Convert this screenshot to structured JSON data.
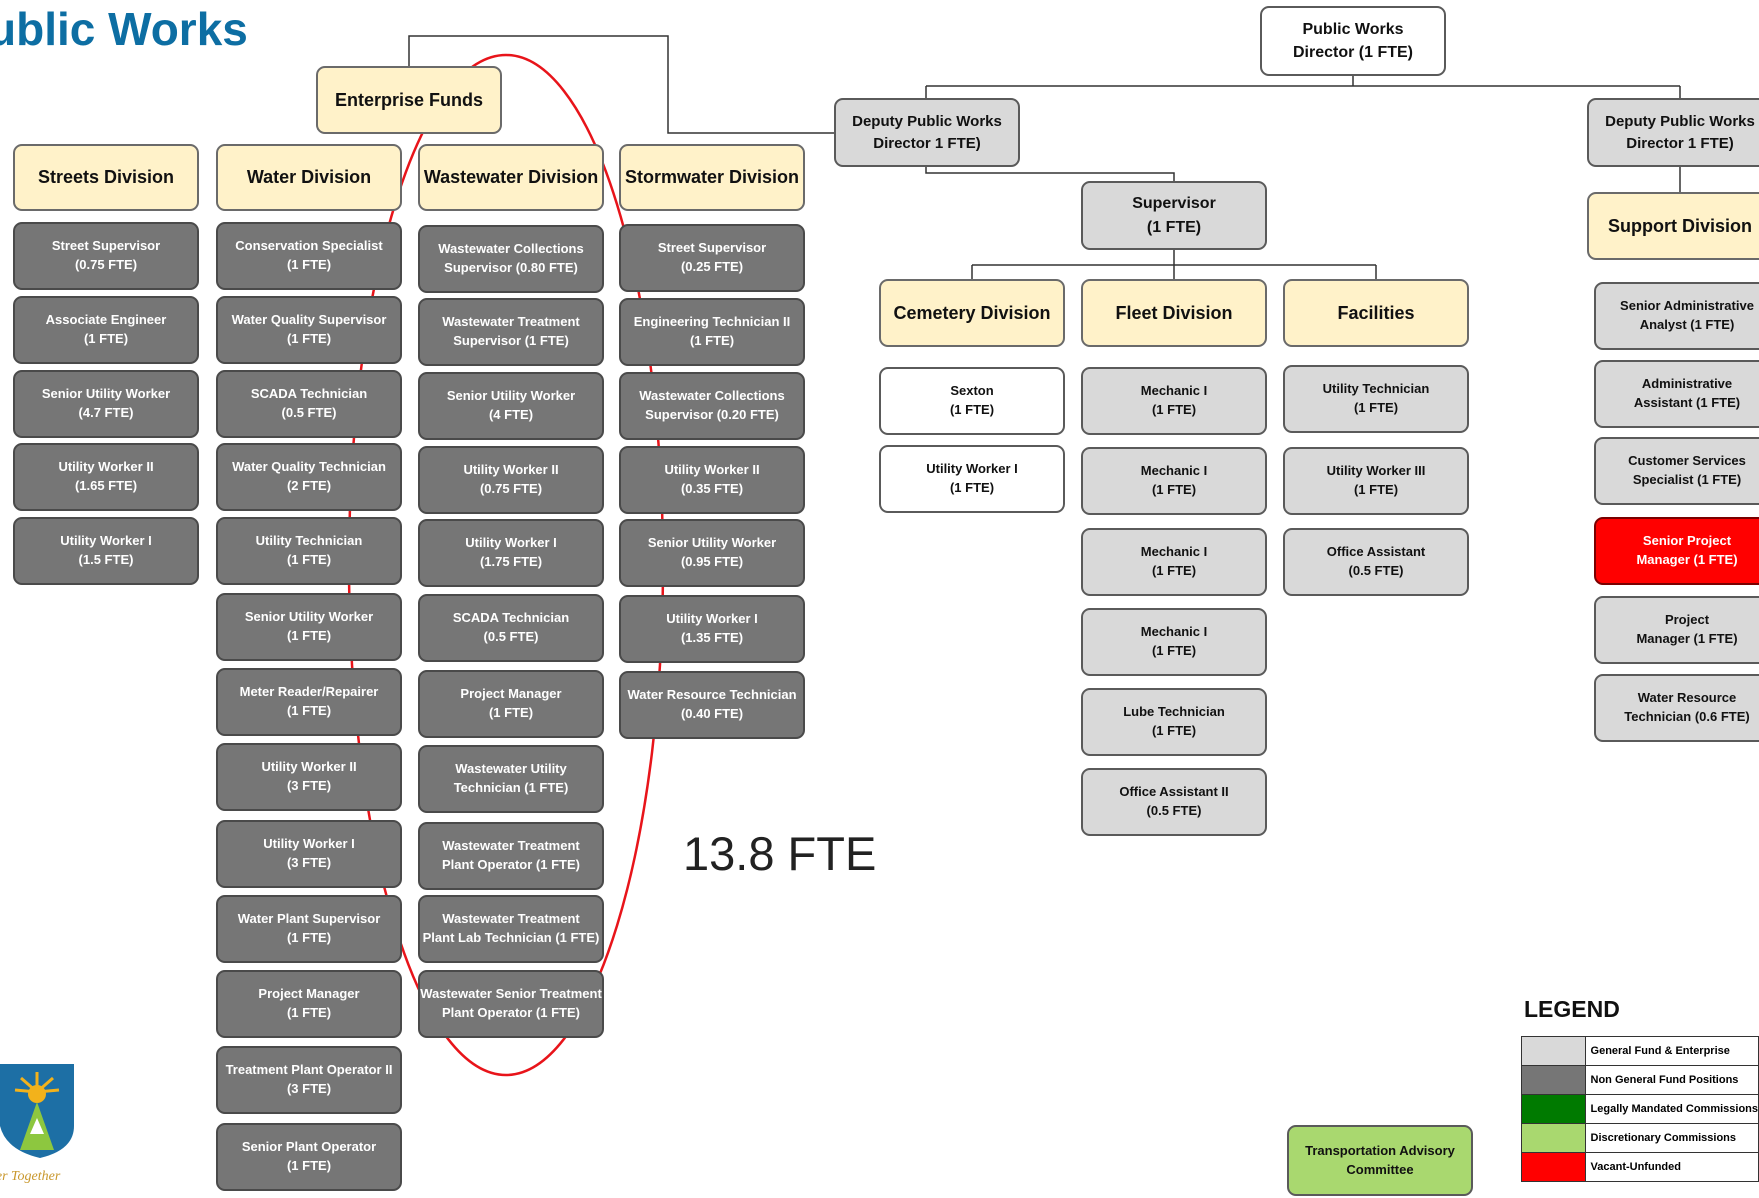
{
  "title": "ublic Works",
  "fte_note": "13.8 FTE",
  "director": [
    "Public Works",
    "Director (1 FTE)"
  ],
  "enterprise_funds": "Enterprise Funds",
  "deputy_left": [
    "Deputy Public Works",
    "Director 1 FTE)"
  ],
  "deputy_right": [
    "Deputy Public Works",
    "Director 1 FTE)"
  ],
  "supervisor": [
    "Supervisor",
    "(1 FTE)"
  ],
  "divisions": {
    "streets": {
      "title": "Streets Division",
      "positions": [
        [
          "Street Supervisor",
          "(0.75 FTE)"
        ],
        [
          "Associate Engineer",
          "(1 FTE)"
        ],
        [
          "Senior Utility Worker",
          "(4.7 FTE)"
        ],
        [
          "Utility Worker II",
          "(1.65 FTE)"
        ],
        [
          "Utility Worker I",
          "(1.5 FTE)"
        ]
      ]
    },
    "water": {
      "title": "Water Division",
      "positions": [
        [
          "Conservation Specialist",
          "(1 FTE)"
        ],
        [
          "Water Quality Supervisor",
          "(1 FTE)"
        ],
        [
          "SCADA Technician",
          "(0.5 FTE)"
        ],
        [
          "Water Quality Technician",
          "(2 FTE)"
        ],
        [
          "Utility Technician",
          "(1 FTE)"
        ],
        [
          "Senior Utility Worker",
          "(1 FTE)"
        ],
        [
          "Meter Reader/Repairer",
          "(1 FTE)"
        ],
        [
          "Utility Worker II",
          "(3 FTE)"
        ],
        [
          "Utility Worker I",
          "(3 FTE)"
        ],
        [
          "Water Plant Supervisor",
          "(1 FTE)"
        ],
        [
          "Project Manager",
          "(1 FTE)"
        ],
        [
          "Treatment Plant Operator II",
          "(3 FTE)"
        ],
        [
          "Senior Plant Operator",
          "(1 FTE)"
        ]
      ]
    },
    "wastewater": {
      "title": "Wastewater Division",
      "positions": [
        [
          "Wastewater Collections",
          "Supervisor (0.80 FTE)"
        ],
        [
          "Wastewater Treatment",
          "Supervisor (1 FTE)"
        ],
        [
          "Senior Utility Worker",
          "(4 FTE)"
        ],
        [
          "Utility Worker II",
          "(0.75 FTE)"
        ],
        [
          "Utility Worker I",
          "(1.75 FTE)"
        ],
        [
          "SCADA Technician",
          "(0.5 FTE)"
        ],
        [
          "Project Manager",
          "(1 FTE)"
        ],
        [
          "Wastewater Utility",
          "Technician (1 FTE)"
        ],
        [
          "Wastewater Treatment",
          "Plant Operator (1 FTE)"
        ],
        [
          "Wastewater Treatment",
          "Plant Lab Technician (1 FTE)"
        ],
        [
          "Wastewater Senior Treatment",
          "Plant Operator (1 FTE)"
        ]
      ]
    },
    "stormwater": {
      "title": "Stormwater Division",
      "positions": [
        [
          "Street Supervisor",
          "(0.25 FTE)"
        ],
        [
          "Engineering Technician II",
          "(1 FTE)"
        ],
        [
          "Wastewater Collections",
          "Supervisor (0.20 FTE)"
        ],
        [
          "Utility Worker II",
          "(0.35 FTE)"
        ],
        [
          "Senior Utility Worker",
          "(0.95 FTE)"
        ],
        [
          "Utility Worker I",
          "(1.35 FTE)"
        ],
        [
          "Water Resource Technician",
          "(0.40 FTE)"
        ]
      ]
    },
    "cemetery": {
      "title": "Cemetery Division",
      "positions": [
        [
          "Sexton",
          "(1 FTE)"
        ],
        [
          "Utility Worker I",
          "(1 FTE)"
        ]
      ]
    },
    "fleet": {
      "title": "Fleet Division",
      "positions": [
        [
          "Mechanic I",
          "(1 FTE)"
        ],
        [
          "Mechanic I",
          "(1 FTE)"
        ],
        [
          "Mechanic I",
          "(1 FTE)"
        ],
        [
          "Mechanic I",
          "(1 FTE)"
        ],
        [
          "Lube Technician",
          "(1 FTE)"
        ],
        [
          "Office Assistant II",
          "(0.5 FTE)"
        ]
      ]
    },
    "facilities": {
      "title": "Facilities",
      "positions": [
        [
          "Utility Technician",
          "(1 FTE)"
        ],
        [
          "Utility Worker III",
          "(1 FTE)"
        ],
        [
          "Office Assistant",
          "(0.5 FTE)"
        ]
      ]
    },
    "support": {
      "title": "Support Division",
      "positions": [
        [
          "Senior Administrative",
          "Analyst (1 FTE)"
        ],
        [
          "Administrative",
          "Assistant (1 FTE)"
        ],
        [
          "Customer Services",
          "Specialist (1 FTE)"
        ],
        [
          "Senior Project",
          "Manager (1 FTE)"
        ],
        [
          "Project",
          "Manager (1 FTE)"
        ],
        [
          "Water Resource",
          "Technician (0.6 FTE)"
        ]
      ]
    }
  },
  "transportation_committee": [
    "Transportation Advisory",
    "Committee"
  ],
  "legend": {
    "title": "LEGEND",
    "items": [
      {
        "label": "General Fund & Enterprise",
        "color": "#d9d9d9"
      },
      {
        "label": "Non General Fund Positions",
        "color": "#767676"
      },
      {
        "label": "Legally Mandated Commissions",
        "color": "#007a00"
      },
      {
        "label": "Discretionary Commissions",
        "color": "#a9d86f"
      },
      {
        "label": "Vacant-Unfunded",
        "color": "#ff0000"
      }
    ]
  },
  "logo": {
    "caption": "ter Together"
  },
  "colors": {
    "title_blue": "#0d6ea3",
    "header_fill": "#fff2c9",
    "non_general_fund": "#767676",
    "general_fund": "#d9d9d9",
    "vacant": "#ff0000",
    "discretionary": "#a9d86f",
    "annotation_ellipse": "#e8141a"
  }
}
